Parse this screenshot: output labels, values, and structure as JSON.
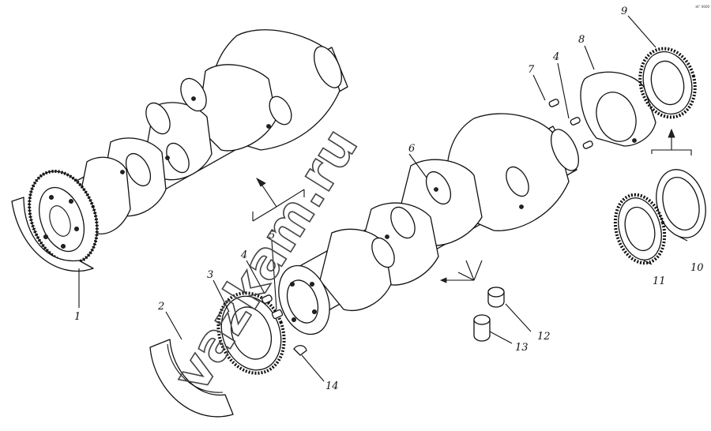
{
  "corner_code": "зб° 0000",
  "watermark": "vazkam.ru",
  "callouts": [
    "1",
    "2",
    "3",
    "4",
    "4",
    "5",
    "6",
    "7",
    "8",
    "9",
    "10",
    "11",
    "12",
    "13",
    "14"
  ],
  "palette": {
    "ink": "#111111",
    "paper": "#ffffff"
  }
}
